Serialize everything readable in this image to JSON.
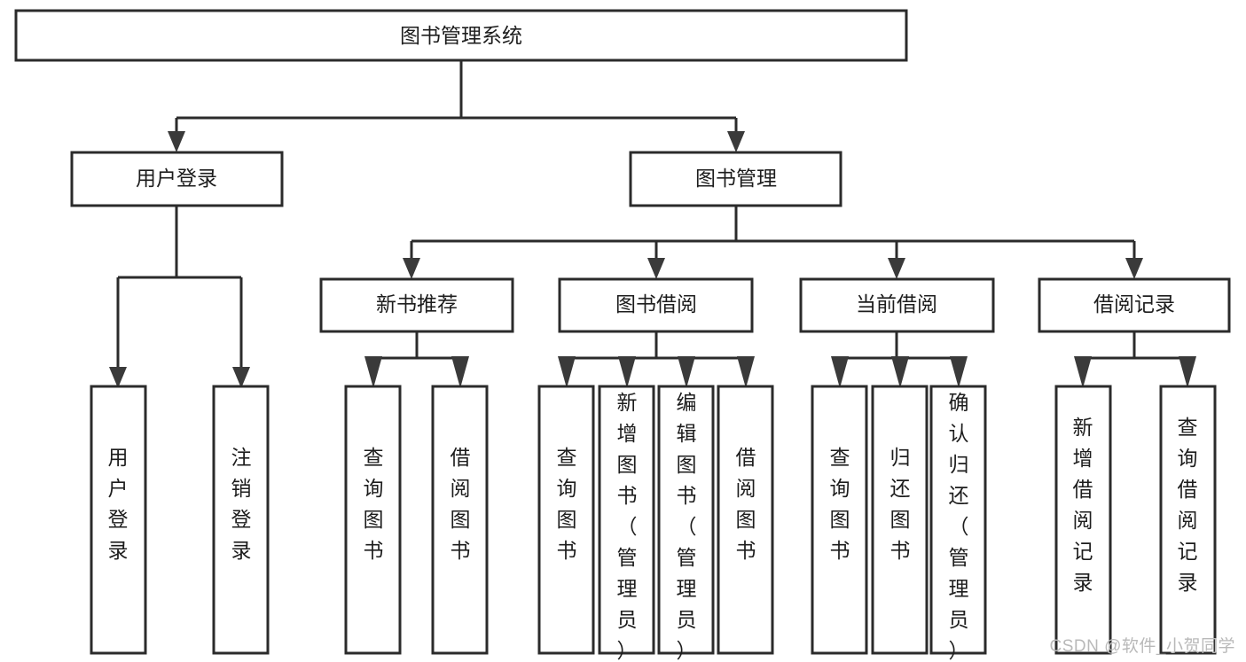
{
  "diagram": {
    "type": "tree-hierarchy",
    "title": "图书管理系统",
    "watermark": "CSDN @软件_小贺同学",
    "colors": {
      "background": "#ffffff",
      "box_stroke": "#2b2b2b",
      "box_fill": "#ffffff",
      "connector": "#2b2b2b",
      "arrow": "#3a3a3a",
      "text": "#1d1d1d",
      "watermark": "#b9b9b9"
    },
    "levels": {
      "root": {
        "label": "图书管理系统"
      },
      "level2": [
        {
          "label": "用户登录"
        },
        {
          "label": "图书管理"
        }
      ],
      "level3": [
        {
          "label": "新书推荐"
        },
        {
          "label": "图书借阅"
        },
        {
          "label": "当前借阅"
        },
        {
          "label": "借阅记录"
        }
      ],
      "leaves": {
        "user_login": [
          {
            "label": "用户登录"
          },
          {
            "label": "注销登录"
          }
        ],
        "new_book_recommend": [
          {
            "label": "查询图书"
          },
          {
            "label": "借阅图书"
          }
        ],
        "book_borrow": [
          {
            "label": "查询图书"
          },
          {
            "label": "新增图书（管理员）"
          },
          {
            "label": "编辑图书（管理员）"
          },
          {
            "label": "借阅图书"
          }
        ],
        "current_borrow": [
          {
            "label": "查询图书"
          },
          {
            "label": "归还图书"
          },
          {
            "label": "确认归还（管理员）"
          }
        ],
        "borrow_record": [
          {
            "label": "新增借阅记录"
          },
          {
            "label": "查询借阅记录"
          }
        ]
      }
    }
  }
}
